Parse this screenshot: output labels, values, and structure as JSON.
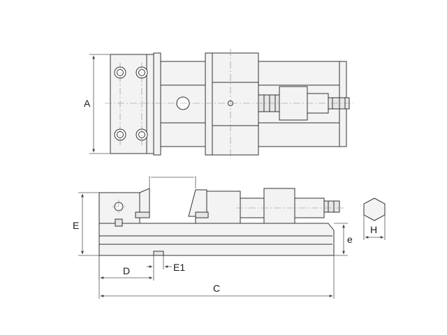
{
  "drawing": {
    "labels": {
      "A": "A",
      "E": "E",
      "e": "e",
      "H": "H",
      "D": "D",
      "E1": "E1",
      "C": "C"
    }
  }
}
